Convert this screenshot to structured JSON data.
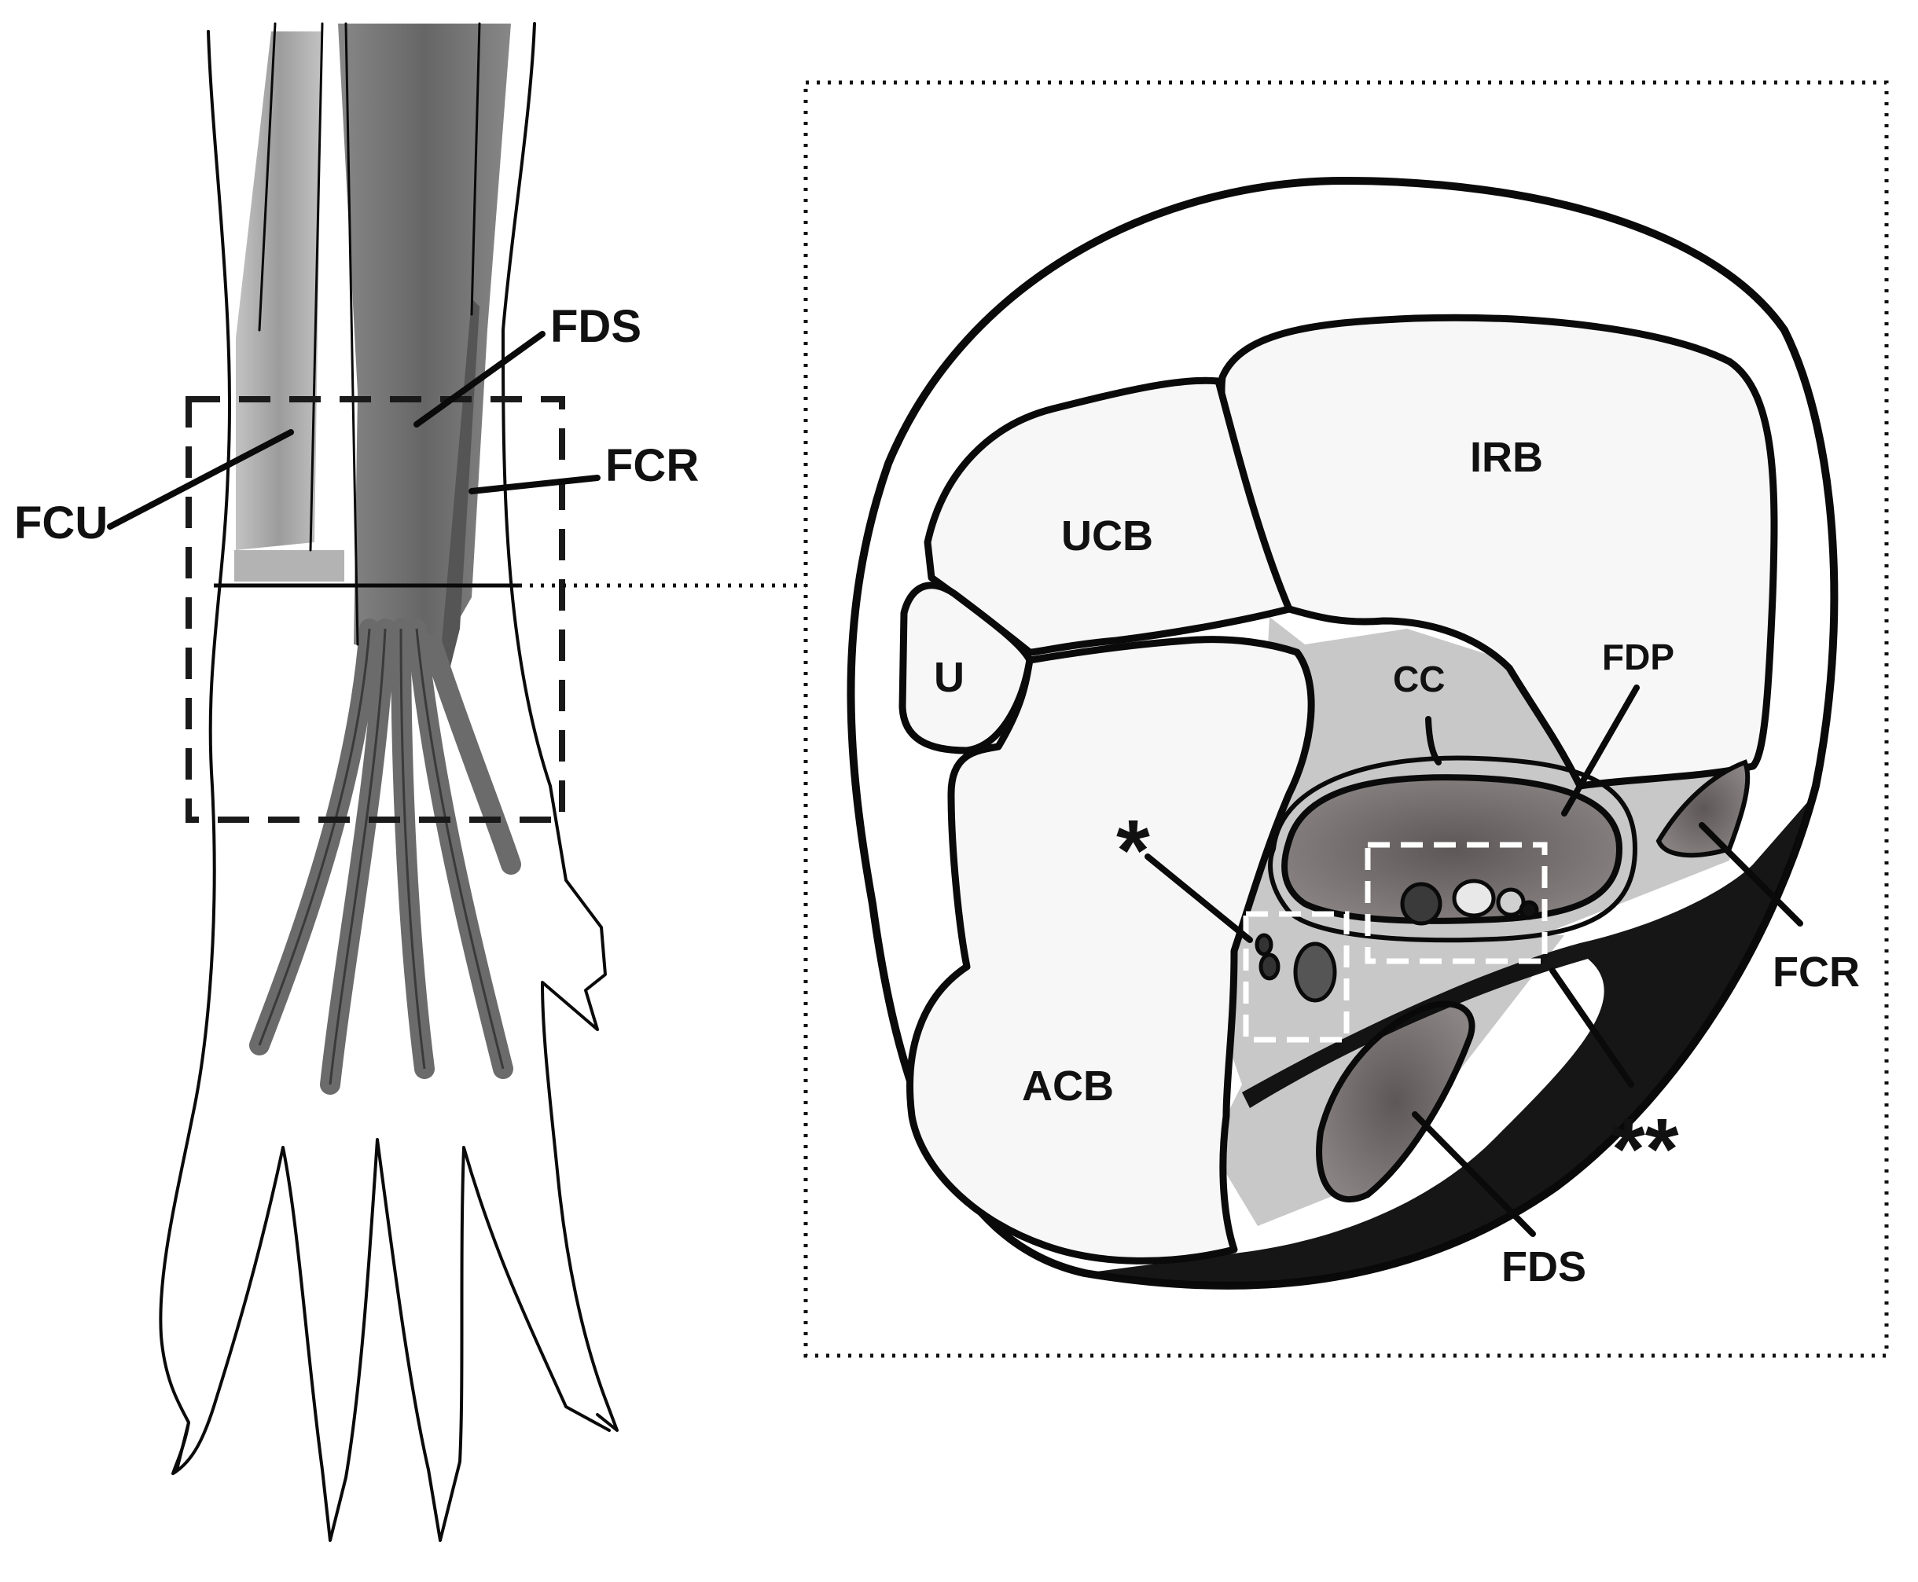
{
  "limb_labels": {
    "fds": "FDS",
    "fcr": "FCR",
    "fcu": "FCU"
  },
  "section_labels": {
    "irb": "IRB",
    "ucb": "UCB",
    "u": "U",
    "cc": "CC",
    "fdp": "FDP",
    "acb": "ACB",
    "fcr": "FCR",
    "fds": "FDS",
    "single_star": "*",
    "double_star": "**"
  },
  "colors": {
    "outline": "#0a0a0a",
    "tendon_dark": "#5a5a5a",
    "tendon_mid": "#8c8c8c",
    "canal_grey": "#c8c8c8",
    "bone_fill": "#f7f7f7",
    "dashed_white": "#ffffff"
  }
}
